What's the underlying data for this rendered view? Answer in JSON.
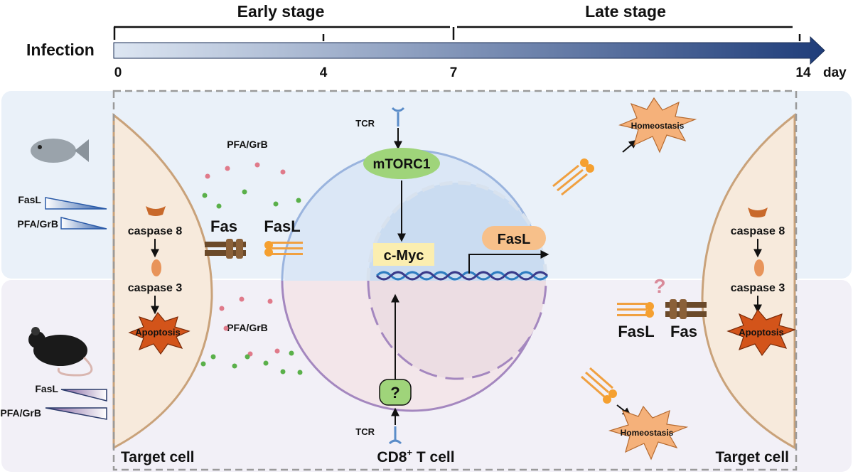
{
  "timeline": {
    "early_label": "Early stage",
    "late_label": "Late stage",
    "infection_label": "Infection",
    "ticks": [
      "0",
      "4",
      "7",
      "14"
    ],
    "unit": "day"
  },
  "fish_panel": {
    "grad_fasl": "FasL",
    "grad_pfa": "PFA/GrB",
    "pfa_label": "PFA/GrB",
    "caspase8": "caspase 8",
    "caspase3": "caspase 3",
    "fas": "Fas",
    "fasl": "FasL"
  },
  "mouse_panel": {
    "grad_fasl": "FasL",
    "grad_pfa": "PFA/GrB",
    "pfa_label": "PFA/GrB",
    "apoptosis": "Apoptosis"
  },
  "tcell": {
    "tcr_top": "TCR",
    "tcr_bottom": "TCR",
    "mtorc1": "mTORC1",
    "cmyc": "c-Myc",
    "fasl_gene": "FasL",
    "unknown": "?",
    "label_main": "CD8",
    "label_sup": "+",
    "label_rest": " T cell",
    "homeostasis_top": "Homeostasis",
    "homeostasis_bottom": "Homeostasis"
  },
  "right_target": {
    "caspase8": "caspase 8",
    "caspase3": "caspase 3",
    "apoptosis": "Apoptosis",
    "question": "?",
    "fasl": "FasL",
    "fas": "Fas"
  },
  "target_left_label": "Target cell",
  "target_right_label": "Target cell",
  "colors": {
    "timeline_start": "#dde6f2",
    "timeline_end": "#1f3d7a",
    "fish_bg": "#eaf1f9",
    "mouse_bg": "#f2f0f7",
    "target_cell": "#f7eadc",
    "target_membrane": "#c9a27a",
    "tcell_top": "#dbe7f6",
    "tcell_bottom": "#f3e6ea",
    "mtorc1": "#9fd47a",
    "cmyc": "#fbeeb0",
    "fasl_box": "#f7c08a",
    "burst": "#f5b17a",
    "apoptosis": "#d3541a",
    "dot_red": "#e07a8a",
    "dot_green": "#5ab04a"
  }
}
